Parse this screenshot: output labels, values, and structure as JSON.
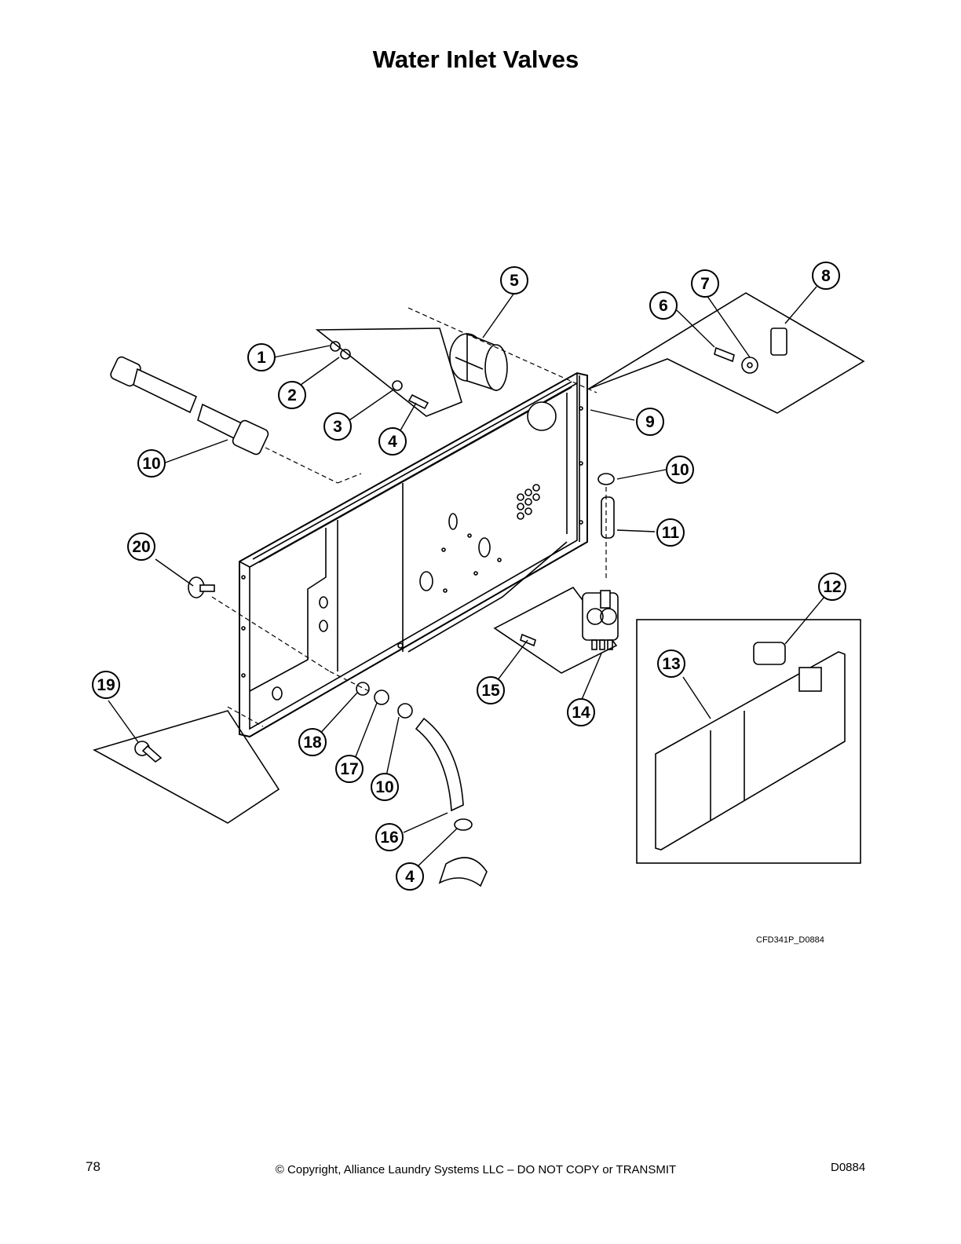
{
  "title": "Water Inlet Valves",
  "figure_id": "CFD341P_D0884",
  "footer": {
    "page_number": "78",
    "copyright": "© Copyright, Alliance Laundry Systems LLC – DO NOT COPY or TRANSMIT",
    "doc_code": "D0884"
  },
  "callouts": [
    "1",
    "2",
    "3",
    "4",
    "5",
    "6",
    "7",
    "8",
    "9",
    "10",
    "11",
    "12",
    "13",
    "14",
    "15",
    "16",
    "17",
    "18",
    "19",
    "20",
    "10",
    "10",
    "4"
  ]
}
